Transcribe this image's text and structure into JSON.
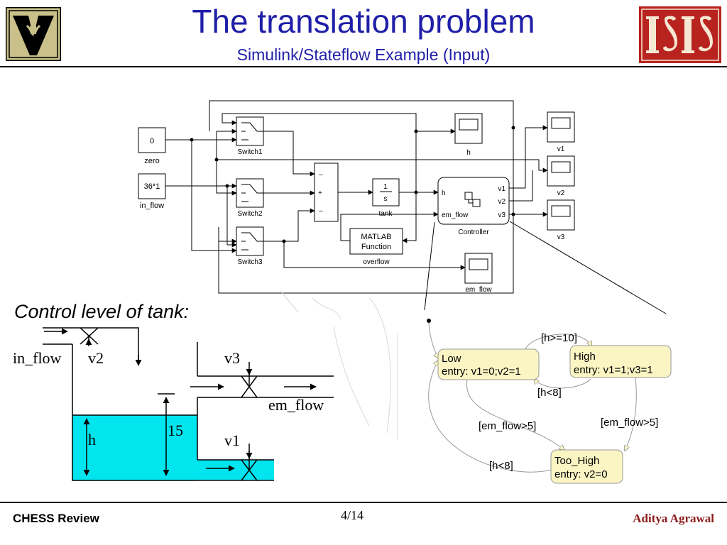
{
  "header": {
    "title": "The translation problem",
    "subtitle": "Simulink/Stateflow Example (Input)"
  },
  "simulink": {
    "zero_value": "0",
    "zero_label": "zero",
    "inflow_value": "36*1",
    "inflow_label": "in_flow",
    "switch1": "Switch1",
    "switch2": "Switch2",
    "switch3": "Switch3",
    "sum_signs": [
      "–",
      "+",
      "–"
    ],
    "integrator_num": "1",
    "integrator_den": "s",
    "tank_label": "tank",
    "matlab_line1": "MATLAB",
    "matlab_line2": "Function",
    "overflow_label": "overflow",
    "scope_h": "h",
    "scope_v1": "v1",
    "scope_v2": "v2",
    "scope_v3": "v3",
    "scope_emflow": "em_flow",
    "controller_in_h": "h",
    "controller_in_emflow": "em_flow",
    "controller_out_v1": "v1",
    "controller_out_v2": "v2",
    "controller_out_v3": "v3",
    "controller_label": "Controller"
  },
  "tank": {
    "caption": "Control level of tank:",
    "in_flow": "in_flow",
    "v2": "v2",
    "v3": "v3",
    "em_flow": "em_flow",
    "h": "h",
    "level": "15",
    "v1": "v1"
  },
  "stateflow": {
    "low_name": "Low",
    "low_entry": "entry: v1=0;v2=1",
    "high_name": "High",
    "high_entry": "entry: v1=1;v3=1",
    "toohigh_name": "Too_High",
    "toohigh_entry": "entry: v2=0",
    "t_h_ge_10": "[h>=10]",
    "t_h_lt_8_a": "[h<8]",
    "t_emflow_low": "[em_flow>5]",
    "t_emflow_high": "[em_flow>5]",
    "t_h_lt_8_b": "[h<8]"
  },
  "footer": {
    "left": "CHESS Review",
    "center": "4/14",
    "right": "Aditya Agrawal"
  },
  "colors": {
    "title": "#1f1fa8",
    "state_fill": "#fbf5c4",
    "water": "#00e5ee",
    "isis_red": "#b8231f"
  }
}
